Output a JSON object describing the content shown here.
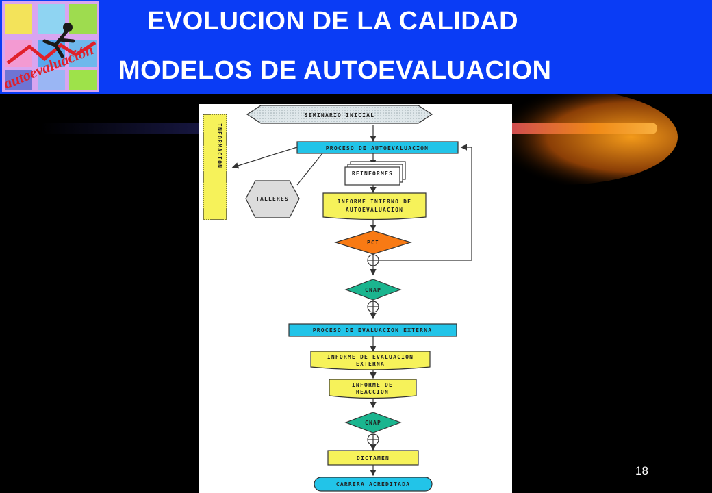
{
  "slide": {
    "title": "EVOLUCION DE LA CALIDAD",
    "subtitle": "MODELOS DE AUTOEVALUACION",
    "logo_text": "autoevaluación",
    "page_number": "18"
  },
  "colors": {
    "header_bg": "#0a3cf5",
    "background": "#000000",
    "beam_orange": "#f08a16",
    "box_cyan": "#22c4e8",
    "box_yellow": "#f6f25a",
    "diamond_orange": "#f87a14",
    "diamond_green": "#1bb58f",
    "hexagon_gray": "#dcdcdc"
  },
  "flowchart": {
    "seminar": "SEMINARIO INICIAL",
    "information": "INFORMACION",
    "self_eval_process": "PROCESO DE AUTOEVALUACION",
    "reports": "REINFORMES",
    "workshops": "TALLERES",
    "internal_report_line1": "INFORME INTERNO DE",
    "internal_report_line2": "AUTOEVALUACION",
    "pci": "PCI",
    "cnap_1": "CNAP",
    "external_process": "PROCESO DE EVALUACION EXTERNA",
    "external_report_line1": "INFORME DE EVALUACION",
    "external_report_line2": "EXTERNA",
    "reaction_report_line1": "INFORME DE",
    "reaction_report_line2": "REACCION",
    "cnap_2": "CNAP",
    "decision": "DICTAMEN",
    "accredited": "CARRERA ACREDITADA"
  }
}
